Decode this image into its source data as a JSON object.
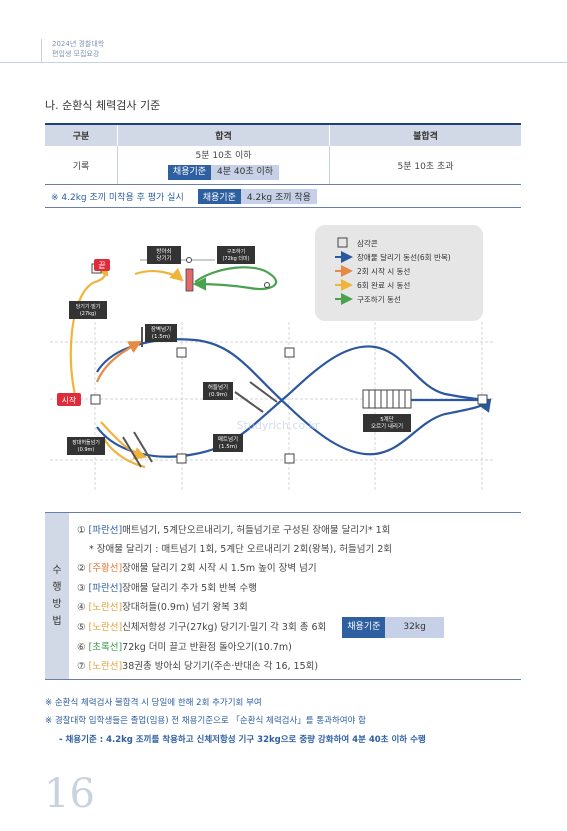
{
  "header": {
    "line1": "2024년 경찰대학",
    "line2": "편입생 모집요강"
  },
  "section_title": "나. 순환식 체력검사 기준",
  "table": {
    "headers": [
      "구분",
      "합격",
      "불합격"
    ],
    "row_label": "기록",
    "pass_text": "5분 10초 이하",
    "pass_tag_dark": "채용기준",
    "pass_tag_light": "4분 40초 이하",
    "fail_text": "5분 10초 초과"
  },
  "note": {
    "text": "※ 4.2kg 조끼 미착용 후 평가 실시",
    "tag_dark": "채용기준",
    "tag_light": "4.2kg 조끼 착용"
  },
  "diagram": {
    "legend": {
      "square": "삼각콘",
      "blue": "장애물 달리기 동선(6회 반복)",
      "orange": "2회 시작 시 동선",
      "yellow": "6회 완료 시 동선",
      "green": "구조하기 동선"
    },
    "labels": {
      "end": "끝",
      "start": "시작",
      "pull_push": "방아쇠\n당기기",
      "rescue": "구조하기\n(72kg 더미)",
      "pull_drag": "당기기·밀기\n(27kg)",
      "wall": "장벽넘기\n(1.5m)",
      "hurdle_long": "장대허들넘기\n(0.9m)",
      "hurdle_mid": "허들넘기\n(0.9m)",
      "hurdle_low": "매트넘기\n(1.5m)",
      "stairs": "5계단\n오르기 내리기"
    },
    "watermark": "Studyrich.co.kr",
    "colors": {
      "blue": "#2b57a0",
      "orange": "#e88a44",
      "yellow": "#f0b43c",
      "green": "#4aa24e",
      "red": "#e02b3a"
    }
  },
  "method": {
    "label": [
      "수",
      "행",
      "방",
      "법"
    ],
    "items": [
      {
        "num": "①",
        "tag": "[파란선]",
        "color": "blue",
        "text": " 매트넘기, 5계단오르내리기, 허들넘기로 구성된 장애물 달리기* 1회"
      },
      {
        "num": "",
        "tag": "",
        "color": "",
        "text": "* 장애물 달리기 : 매트넘기 1회, 5계단 오르내리기 2회(왕복), 허들넘기 2회"
      },
      {
        "num": "②",
        "tag": "[주황선]",
        "color": "orange",
        "text": " 장애물 달리기 2회 시작 시 1.5m 높이 장벽 넘기"
      },
      {
        "num": "③",
        "tag": "[파란선]",
        "color": "blue",
        "text": " 장애물 달리기 추가 5회 반복 수행"
      },
      {
        "num": "④",
        "tag": "[노란선]",
        "color": "yellow",
        "text": " 장대허들(0.9m) 넘기 왕복 3회"
      },
      {
        "num": "⑤",
        "tag": "[노란선]",
        "color": "yellow",
        "text": " 신체저항성 기구(27kg) 당기기·밀기 각 3회 총 6회"
      },
      {
        "num": "⑥",
        "tag": "[초록선]",
        "color": "green",
        "text": " 72kg 더미 끌고 반환점 돌아오기(10.7m)"
      },
      {
        "num": "⑦",
        "tag": "[노란선]",
        "color": "yellow",
        "text": " 38권총 방아쇠 당기기(주손·반대손 각 16, 15회)"
      }
    ],
    "item5_tag_dark": "채용기준",
    "item5_tag_light": "32kg"
  },
  "footnotes": [
    "※ 순환식 체력검사 불합격 시 당일에 한해 2회 추가기회 부여",
    "※ 경찰대학 입학생들은 졸업(임용) 전 채용기준으로 「순환식 체력검사」를 통과하여야 함",
    "- 채용기준 : 4.2kg 조끼를 착용하고 신체저항성 기구 32kg으로 중량 강화하여 4분 40초 이하 수행"
  ],
  "page_number": "16"
}
